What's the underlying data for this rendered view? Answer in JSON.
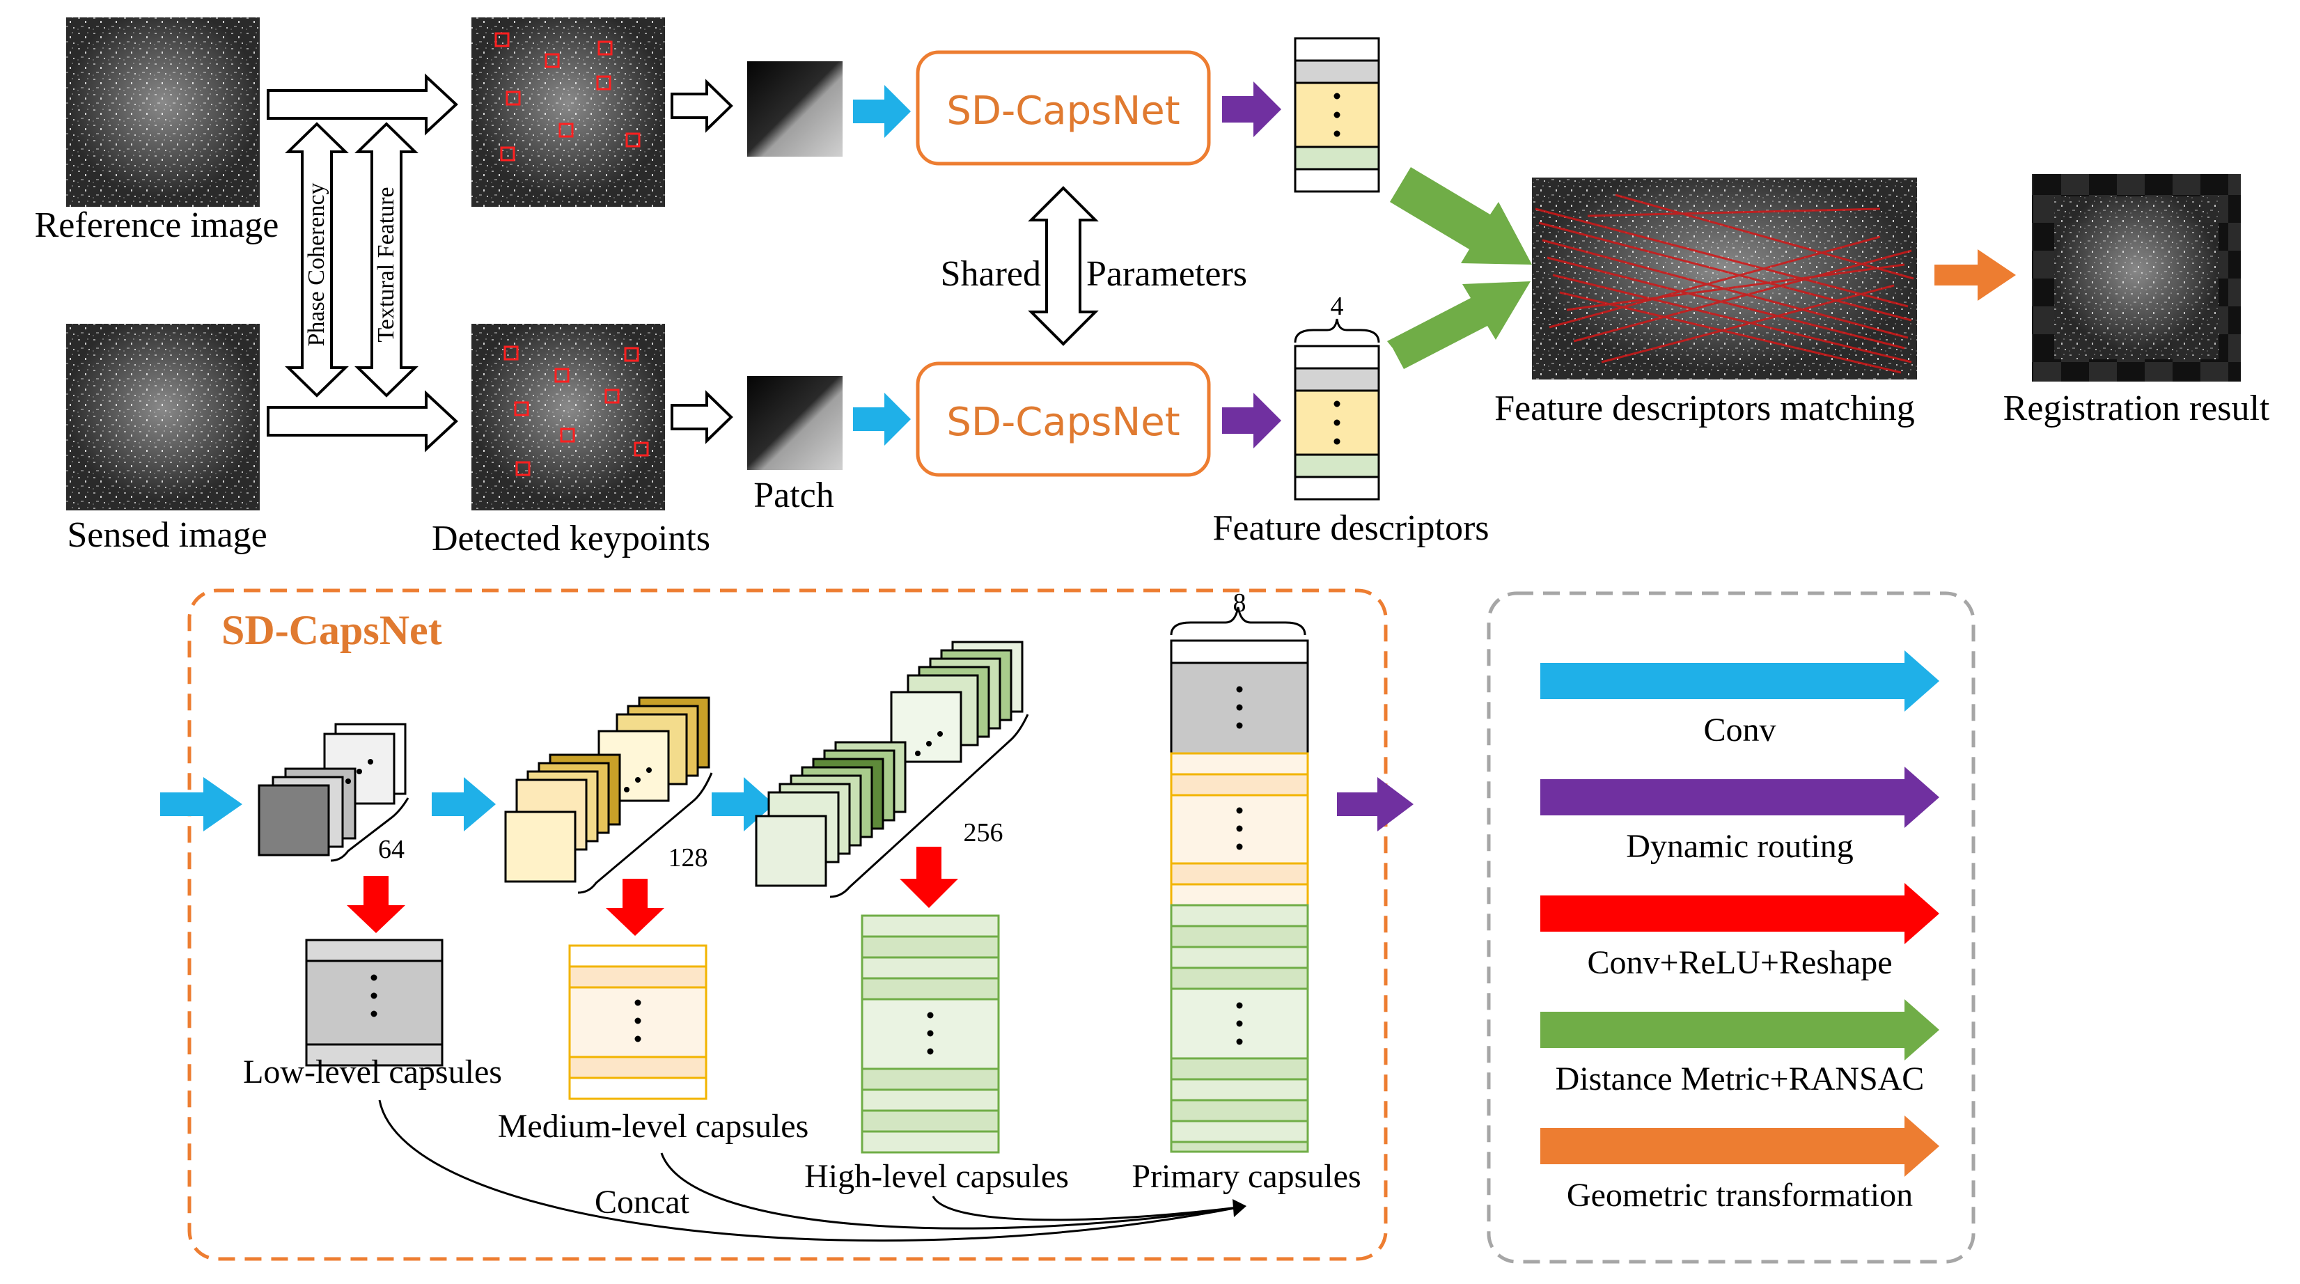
{
  "top": {
    "reference_label": "Reference image",
    "sensed_label": "Sensed image",
    "keypoints_label": "Detected keypoints",
    "patch_label": "Patch",
    "phase_label": "Phase Coherency",
    "texture_label": "Textural Feature",
    "shared_label": "Shared",
    "parameters_label": "Parameters",
    "net_label": "SD-CapsNet",
    "dim_four": "4",
    "descriptors_label": "Feature descriptors",
    "matching_label": "Feature descriptors matching",
    "result_label": "Registration result"
  },
  "detail": {
    "title": "SD-CapsNet",
    "dim_64": "64",
    "dim_128": "128",
    "dim_256": "256",
    "dim_8": "8",
    "low_label": "Low-level capsules",
    "medium_label": "Medium-level capsules",
    "high_label": "High-level capsules",
    "primary_label": "Primary capsules",
    "concat_label": "Concat"
  },
  "legend": {
    "items": [
      {
        "label": "Conv",
        "color": "#1fb0e8"
      },
      {
        "label": "Dynamic routing",
        "color": "#7030a0"
      },
      {
        "label": "Conv+ReLU+Reshape",
        "color": "#ff0000"
      },
      {
        "label": "Distance Metric+RANSAC",
        "color": "#70ad47"
      },
      {
        "label": "Geometric transformation",
        "color": "#ed7d31"
      }
    ]
  },
  "colors": {
    "conv": "#1fb0e8",
    "routing": "#7030a0",
    "reshape": "#ff0000",
    "matching": "#70ad47",
    "transform": "#ed7d31",
    "net_border": "#ed7d31",
    "net_text": "#e07a30"
  }
}
